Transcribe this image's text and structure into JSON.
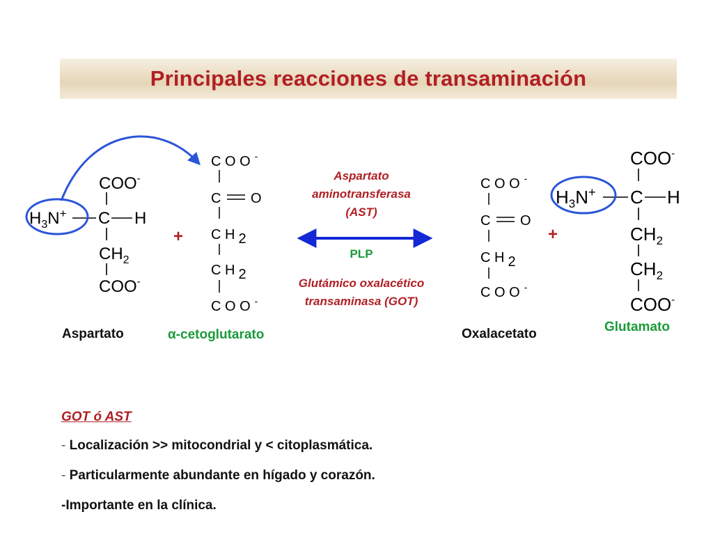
{
  "title": "Principales reacciones de transaminación",
  "molecules": {
    "aspartato": {
      "name": "Aspartato",
      "coo_top": "COO",
      "charge_minus": "-",
      "h3n": "H",
      "h3n_sub": "3",
      "h3n_n": "N",
      "h3n_plus": "+",
      "c": "C",
      "h": "H",
      "ch2": "CH",
      "ch2_sub": "2",
      "coo_bottom": "COO"
    },
    "cetoglutarato": {
      "name": "α-cetoglutarato",
      "coo_top": "C O O",
      "charge_minus": "-",
      "c_keto": "C",
      "o": "O",
      "ch2_a": "C H",
      "ch2_b": "C H",
      "sub2": "2",
      "coo_bottom": "C O O"
    },
    "oxalacetato": {
      "name": "Oxalacetato",
      "coo_top": "C O O",
      "charge_minus": "-",
      "c_keto": "C",
      "o": "O",
      "ch2": "C H",
      "sub2": "2",
      "coo_bottom": "C O O"
    },
    "glutamato": {
      "name": "Glutamato",
      "coo_top": "COO",
      "charge_minus": "-",
      "h3n": "H",
      "h3n_sub": "3",
      "h3n_n": "N",
      "h3n_plus": "+",
      "c": "C",
      "h": "H",
      "ch2": "CH",
      "ch2_sub": "2",
      "coo_bottom": "COO"
    }
  },
  "plus_sign": "+",
  "enzyme": {
    "line1": "Aspartato",
    "line2": "aminotransferasa",
    "line3": "(AST)",
    "cofactor": "PLP",
    "line4": "Glutámico oxalacético",
    "line5": "transaminasa (GOT)"
  },
  "notes": {
    "heading": "GOT ó AST",
    "items": [
      {
        "prefix": "- ",
        "text": "Localización >> mitocondrial y < citoplasmática."
      },
      {
        "prefix": "- ",
        "text": "Particularmente abundante en hígado y corazón."
      },
      {
        "prefix": "-",
        "text": "Importante en la clínica."
      }
    ]
  },
  "colors": {
    "title_red": "#b01f24",
    "label_green": "#1a9a3a",
    "arrow_blue": "#1428d6",
    "circle_blue": "#2a55d8"
  }
}
